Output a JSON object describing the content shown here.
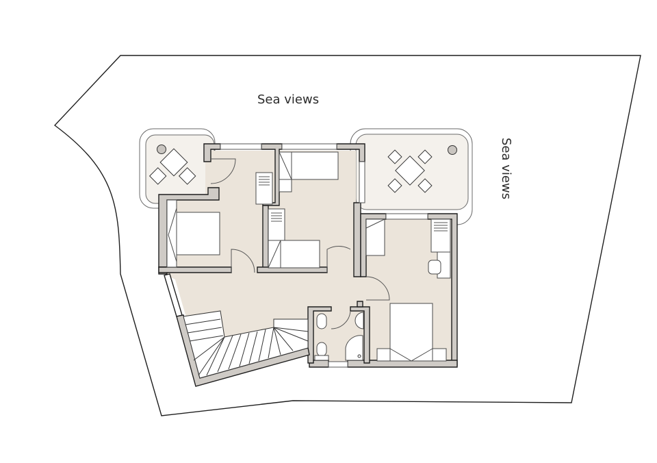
{
  "diagram": {
    "type": "floor-plan",
    "labels": {
      "sea_views_top": "Sea views",
      "sea_views_right": "Sea views"
    },
    "colors": {
      "background": "#ffffff",
      "plot_outline": "#1e1e1e",
      "floor_fill": "#ebe4da",
      "terrace_fill": "#f4f1ec",
      "wall_fill": "#cfcbc6",
      "wall_stroke": "#1e1e1e",
      "furniture_fill": "#ffffff",
      "furniture_stroke": "#4a4a4a"
    },
    "rooms": [
      {
        "name": "terrace-left",
        "furniture": [
          "table",
          "2 chairs",
          "plant pot"
        ]
      },
      {
        "name": "bedroom-1",
        "furniture": [
          "double bed",
          "wardrobe"
        ]
      },
      {
        "name": "bedroom-2",
        "furniture": [
          "single bed",
          "single bed",
          "wardrobe",
          "bedside table"
        ]
      },
      {
        "name": "terrace-right",
        "furniture": [
          "table",
          "4 chairs",
          "plant pot"
        ]
      },
      {
        "name": "bedroom-3",
        "furniture": [
          "double bed",
          "wardrobe",
          "desk",
          "chair",
          "single bed"
        ]
      },
      {
        "name": "bathroom",
        "furniture": [
          "toilet",
          "bidet",
          "sink",
          "corner shower"
        ]
      },
      {
        "name": "hallway",
        "furniture": []
      },
      {
        "name": "staircase",
        "furniture": [
          "winding stairs"
        ]
      }
    ]
  }
}
